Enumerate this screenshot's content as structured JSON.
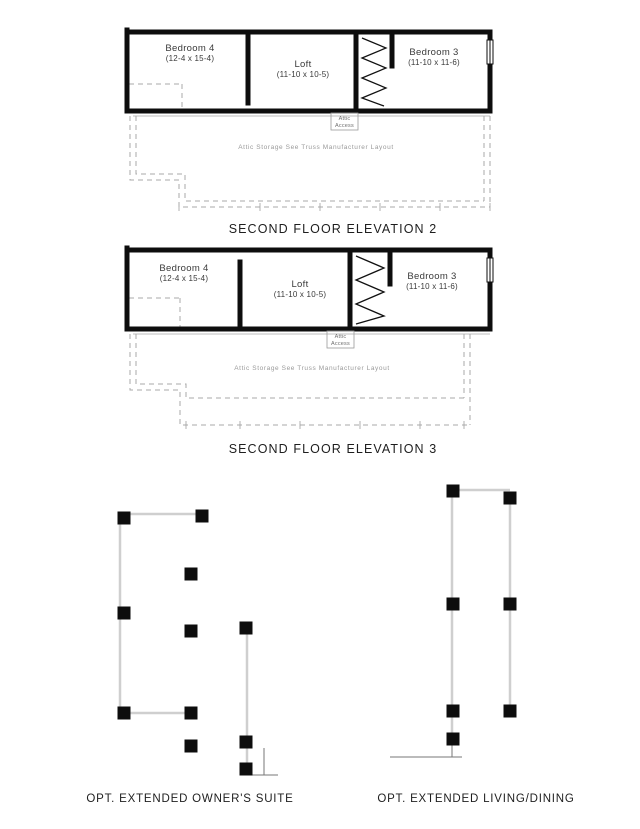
{
  "sheet": {
    "elevation2": {
      "title": "SECOND FLOOR ELEVATION 2",
      "bedroom4_name": "Bedroom 4",
      "bedroom4_dims": "(12-4 x 15-4)",
      "loft_name": "Loft",
      "loft_dims": "(11-10 x 10-5)",
      "bedroom3_name": "Bedroom 3",
      "bedroom3_dims": "(11-10 x 11-6)",
      "attic_access_1": "Attic",
      "attic_access_2": "Access",
      "storage_note": "Attic Storage See Truss Manufacturer Layout"
    },
    "elevation3": {
      "title": "SECOND FLOOR ELEVATION 3",
      "bedroom4_name": "Bedroom 4",
      "bedroom4_dims": "(12-4 x 15-4)",
      "loft_name": "Loft",
      "loft_dims": "(11-10 x 10-5)",
      "bedroom3_name": "Bedroom 3",
      "bedroom3_dims": "(11-10 x 11-6)",
      "attic_access_1": "Attic",
      "attic_access_2": "Access",
      "storage_note": "Attic Storage See Truss Manufacturer Layout"
    },
    "options": {
      "owners_suite": "OPT. EXTENDED OWNER'S SUITE",
      "living_dining": "OPT. EXTENDED LIVING/DINING"
    },
    "colors": {
      "wall": "#0d0d0d",
      "dashed_line": "#a8a8a8",
      "room_label": "#3a3a3a",
      "title_text": "#1e1e1e"
    }
  }
}
